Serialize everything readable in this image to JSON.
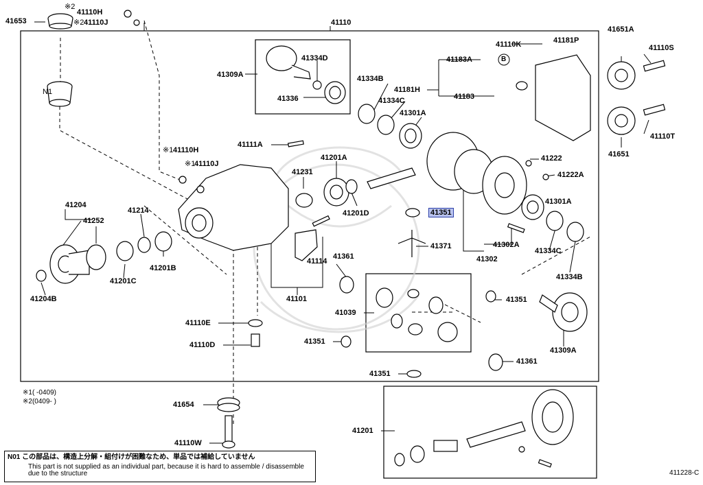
{
  "diagram": {
    "labels": {
      "p41653": "41653",
      "p41110h_top": "41110H",
      "p41110j_top": "41110J",
      "mark2_top": "※2",
      "mark2_j": "※2",
      "p41110": "41110",
      "n1": "N1",
      "p41309a_top": "41309A",
      "p41334d": "41334D",
      "p41336": "41336",
      "p41334b_top": "41334B",
      "p41334c_top": "41334C",
      "p41181h": "41181H",
      "p41301a_top": "41301A",
      "p41183a": "41183A",
      "p41183": "41183",
      "b_mark": "B",
      "p41110k": "41110K",
      "p41181p": "41181P",
      "p41651a": "41651A",
      "p41110s": "41110S",
      "p41110t": "41110T",
      "p41651": "41651",
      "p41111a": "41111A",
      "p41110h_mid": "41110H",
      "p41110j_mid": "41110J",
      "mark1_h": "※1",
      "mark1_j": "※1",
      "p41231": "41231",
      "p41201a": "41201A",
      "p41201d": "41201D",
      "p41222": "41222",
      "p41222a": "41222A",
      "p41204": "41204",
      "p41252": "41252",
      "p41214": "41214",
      "p41201c": "41201C",
      "p41201b": "41201B",
      "p41204b": "41204B",
      "p41114": "41114",
      "p41101": "41101",
      "p41351_hl": "41351",
      "p41371": "41371",
      "p41302a": "41302A",
      "p41302": "41302",
      "p41301a_right": "41301A",
      "p41334c_right": "41334C",
      "p41334b_right": "41334B",
      "p41361_left": "41361",
      "p41039": "41039",
      "p41351_right": "41351",
      "p41351_left": "41351",
      "p41309a_bottom": "41309A",
      "p41361_bottom": "41361",
      "p41351_bottom": "41351",
      "p41110e": "41110E",
      "p41110d": "41110D",
      "p41654": "41654",
      "p41110w": "41110W",
      "p41201": "41201"
    },
    "legend": {
      "line1": "※1(        -0409)",
      "line2": "※2(0409-        )"
    },
    "footnote": {
      "jp": "N01 この部品は、構造上分解・組付けが困難なため、単品では補給していません",
      "en": "This part is not supplied as an individual part, because it is hard to assemble / disassemble due to the structure"
    },
    "code": "411228-C"
  }
}
